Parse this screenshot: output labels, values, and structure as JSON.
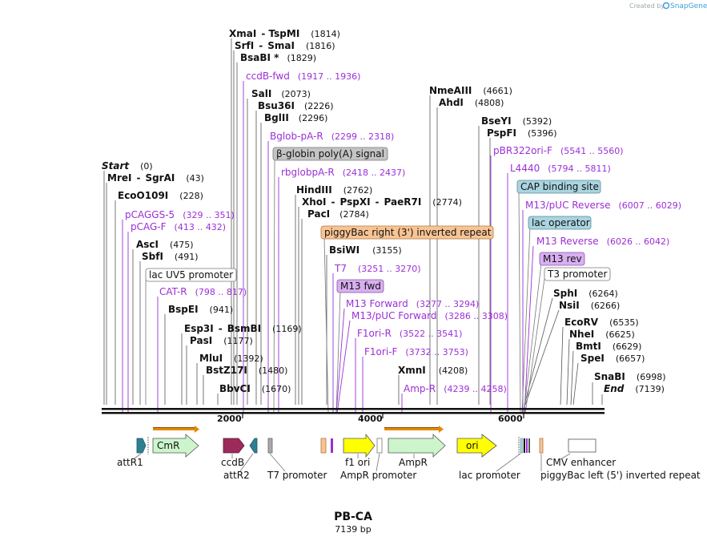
{
  "credit": {
    "prefix": "Created by",
    "brand": "SnapGene"
  },
  "plasmid": {
    "name": "PB-CA",
    "length_label": "7139 bp"
  },
  "scale_labels": [
    "2000",
    "4000",
    "6000"
  ],
  "sites": [
    {
      "names": [
        "XmaI",
        "TspMI"
      ],
      "pos": "(1814)"
    },
    {
      "names": [
        "SrfI",
        "SmaI"
      ],
      "pos": "(1816)"
    },
    {
      "names": [
        "BsaBI *"
      ],
      "pos": "(1829)"
    },
    {
      "names": [
        "SalI"
      ],
      "pos": "(2073)"
    },
    {
      "names": [
        "Bsu36I"
      ],
      "pos": "(2226)"
    },
    {
      "names": [
        "BglII"
      ],
      "pos": "(2296)"
    },
    {
      "names": [
        "Start"
      ],
      "pos": "(0)"
    },
    {
      "names": [
        "MreI",
        "SgrAI"
      ],
      "pos": "(43)"
    },
    {
      "names": [
        "EcoO109I"
      ],
      "pos": "(228)"
    },
    {
      "names": [
        "AscI"
      ],
      "pos": "(475)"
    },
    {
      "names": [
        "SbfI"
      ],
      "pos": "(491)"
    },
    {
      "names": [
        "BspEI"
      ],
      "pos": "(941)"
    },
    {
      "names": [
        "Esp3I",
        "BsmBI"
      ],
      "pos": "(1169)"
    },
    {
      "names": [
        "PasI"
      ],
      "pos": "(1177)"
    },
    {
      "names": [
        "MluI"
      ],
      "pos": "(1392)"
    },
    {
      "names": [
        "BstZ17I"
      ],
      "pos": "(1480)"
    },
    {
      "names": [
        "BbvCI"
      ],
      "pos": "(1670)"
    },
    {
      "names": [
        "HindIII"
      ],
      "pos": "(2762)"
    },
    {
      "names": [
        "XhoI",
        "PspXI",
        "PaeR7I"
      ],
      "pos": "(2774)"
    },
    {
      "names": [
        "PacI"
      ],
      "pos": "(2784)"
    },
    {
      "names": [
        "BsiWI"
      ],
      "pos": "(3155)"
    },
    {
      "names": [
        "XmnI"
      ],
      "pos": "(4208)"
    },
    {
      "names": [
        "NmeAIII"
      ],
      "pos": "(4661)"
    },
    {
      "names": [
        "AhdI"
      ],
      "pos": "(4808)"
    },
    {
      "names": [
        "BseYI"
      ],
      "pos": "(5392)"
    },
    {
      "names": [
        "PspFI"
      ],
      "pos": "(5396)"
    },
    {
      "names": [
        "SphI"
      ],
      "pos": "(6264)"
    },
    {
      "names": [
        "NsiI"
      ],
      "pos": "(6266)"
    },
    {
      "names": [
        "EcoRV"
      ],
      "pos": "(6535)"
    },
    {
      "names": [
        "NheI"
      ],
      "pos": "(6625)"
    },
    {
      "names": [
        "BmtI"
      ],
      "pos": "(6629)"
    },
    {
      "names": [
        "SpeI"
      ],
      "pos": "(6657)"
    },
    {
      "names": [
        "SnaBI"
      ],
      "pos": "(6998)"
    },
    {
      "names": [
        "End"
      ],
      "pos": "(7139)"
    }
  ],
  "primers": [
    {
      "name": "ccdB-fwd",
      "range": "(1917 .. 1936)"
    },
    {
      "name": "Bglob-pA-R",
      "range": "(2299 .. 2318)"
    },
    {
      "name": "rbglobpA-R",
      "range": "(2418 .. 2437)"
    },
    {
      "name": "pCAGGS-5",
      "range": "(329 .. 351)"
    },
    {
      "name": "pCAG-F",
      "range": "(413 .. 432)"
    },
    {
      "name": "CAT-R",
      "range": "(798 .. 817)"
    },
    {
      "name": "T7",
      "range": "(3251 .. 3270)"
    },
    {
      "name": "M13 Forward",
      "range": "(3277 .. 3294)"
    },
    {
      "name": "M13/pUC Forward",
      "range": "(3286 .. 3308)"
    },
    {
      "name": "F1ori-R",
      "range": "(3522 .. 3541)"
    },
    {
      "name": "F1ori-F",
      "range": "(3732 .. 3753)"
    },
    {
      "name": "Amp-R",
      "range": "(4239 .. 4258)"
    },
    {
      "name": "pBR322ori-F",
      "range": "(5541 .. 5560)"
    },
    {
      "name": "L4440",
      "range": "(5794 .. 5811)"
    },
    {
      "name": "M13/pUC Reverse",
      "range": "(6007 .. 6029)"
    },
    {
      "name": "M13 Reverse",
      "range": "(6026 .. 6042)"
    }
  ],
  "boxed_features": [
    {
      "name": "β-globin poly(A) signal"
    },
    {
      "name": "piggyBac right (3') inverted repeat"
    },
    {
      "name": "lac UV5 promoter"
    },
    {
      "name": "M13 fwd"
    },
    {
      "name": "CAP binding site"
    },
    {
      "name": "lac operator"
    },
    {
      "name": "M13 rev"
    },
    {
      "name": "T3 promoter"
    }
  ],
  "map_features": [
    {
      "name": "CmR"
    },
    {
      "name": "ori"
    }
  ],
  "bottom_labels": [
    {
      "name": "attR1"
    },
    {
      "name": "ccdB"
    },
    {
      "name": "attR2"
    },
    {
      "name": "T7 promoter"
    },
    {
      "name": "f1 ori"
    },
    {
      "name": "AmpR promoter"
    },
    {
      "name": "AmpR"
    },
    {
      "name": "lac promoter"
    },
    {
      "name": "CMV enhancer"
    },
    {
      "name": "piggyBac left (5') inverted repeat"
    }
  ],
  "colors": {
    "primer": "#9c2fd6",
    "cmr": "#ccf5cc",
    "ampr": "#ccf5cc",
    "ori": "#ffff00",
    "ccdb": "#9c2a5a",
    "att": "#2d7f91",
    "cap": "#a9d4e0",
    "mfwd": "#d8b0f0",
    "piggybac": "#f8c494",
    "bglob": "#c4c4c4",
    "orf_arrow": "#e28a00"
  }
}
